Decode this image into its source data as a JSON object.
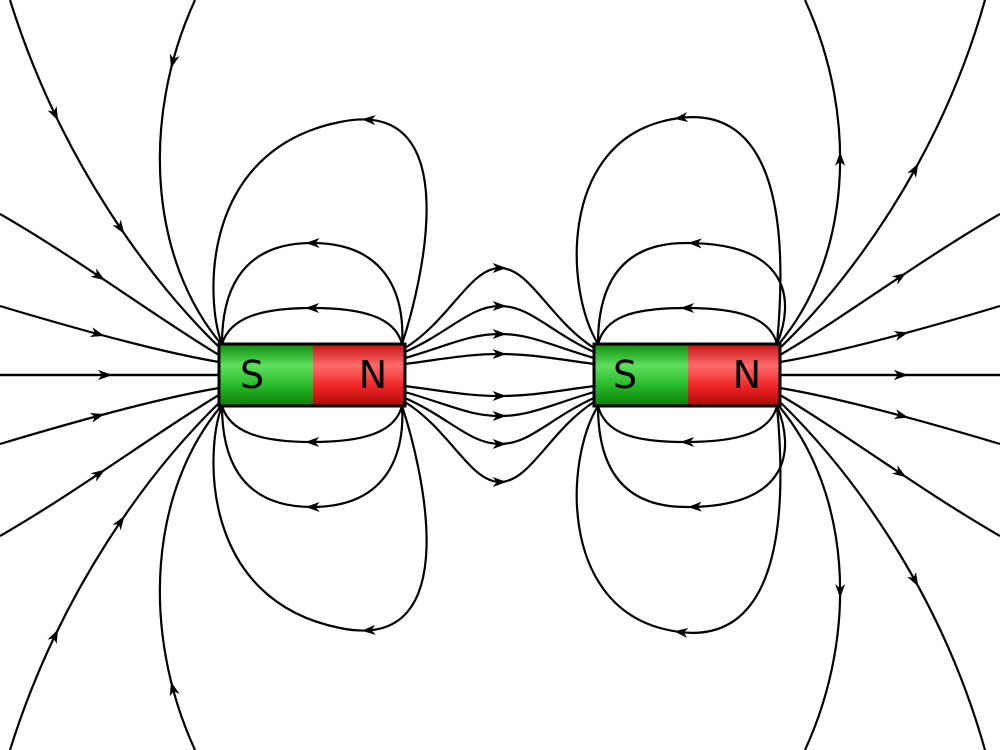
{
  "diagram": {
    "magnets": [
      {
        "south_label": "S",
        "north_label": "N"
      },
      {
        "south_label": "S",
        "north_label": "N"
      }
    ],
    "colors": {
      "south_pole": "#22b522",
      "north_pole": "#ee2222",
      "field_line": "#000000",
      "background": "#ffffff"
    }
  }
}
